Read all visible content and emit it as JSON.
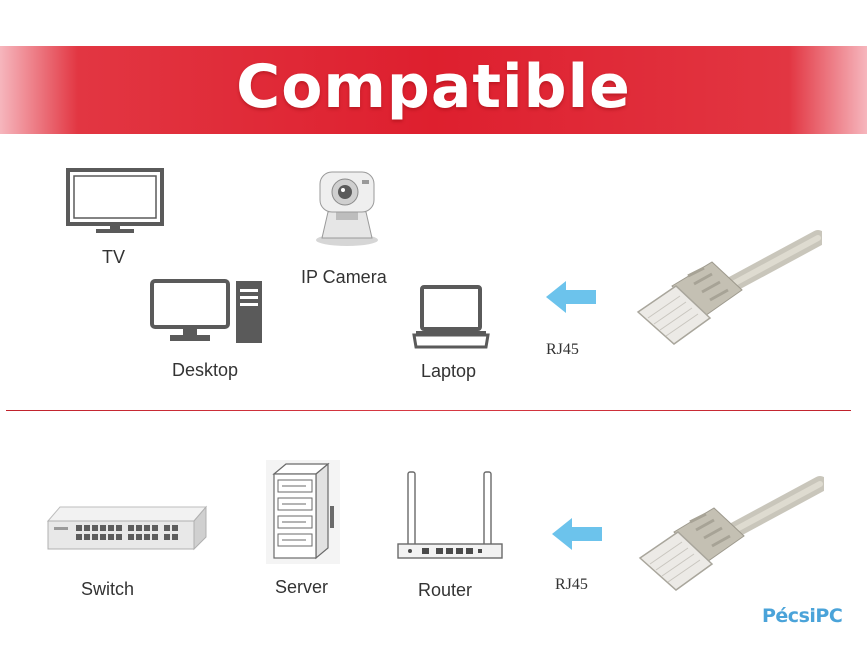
{
  "banner": {
    "title": "Compatible",
    "color": "#de1f2e"
  },
  "top_devices": [
    {
      "name": "TV",
      "icon": "tv-icon"
    },
    {
      "name": "IP Camera",
      "icon": "ip-camera-icon"
    },
    {
      "name": "Desktop",
      "icon": "desktop-icon"
    },
    {
      "name": "Laptop",
      "icon": "laptop-icon"
    }
  ],
  "bottom_devices": [
    {
      "name": "Switch",
      "icon": "switch-icon"
    },
    {
      "name": "Server",
      "icon": "server-icon"
    },
    {
      "name": "Router",
      "icon": "router-icon"
    }
  ],
  "connector": {
    "label_top": "RJ45",
    "label_bottom": "RJ45",
    "arrow_color": "#6cc3ec"
  },
  "watermark": {
    "brand": "PécsiPC"
  }
}
